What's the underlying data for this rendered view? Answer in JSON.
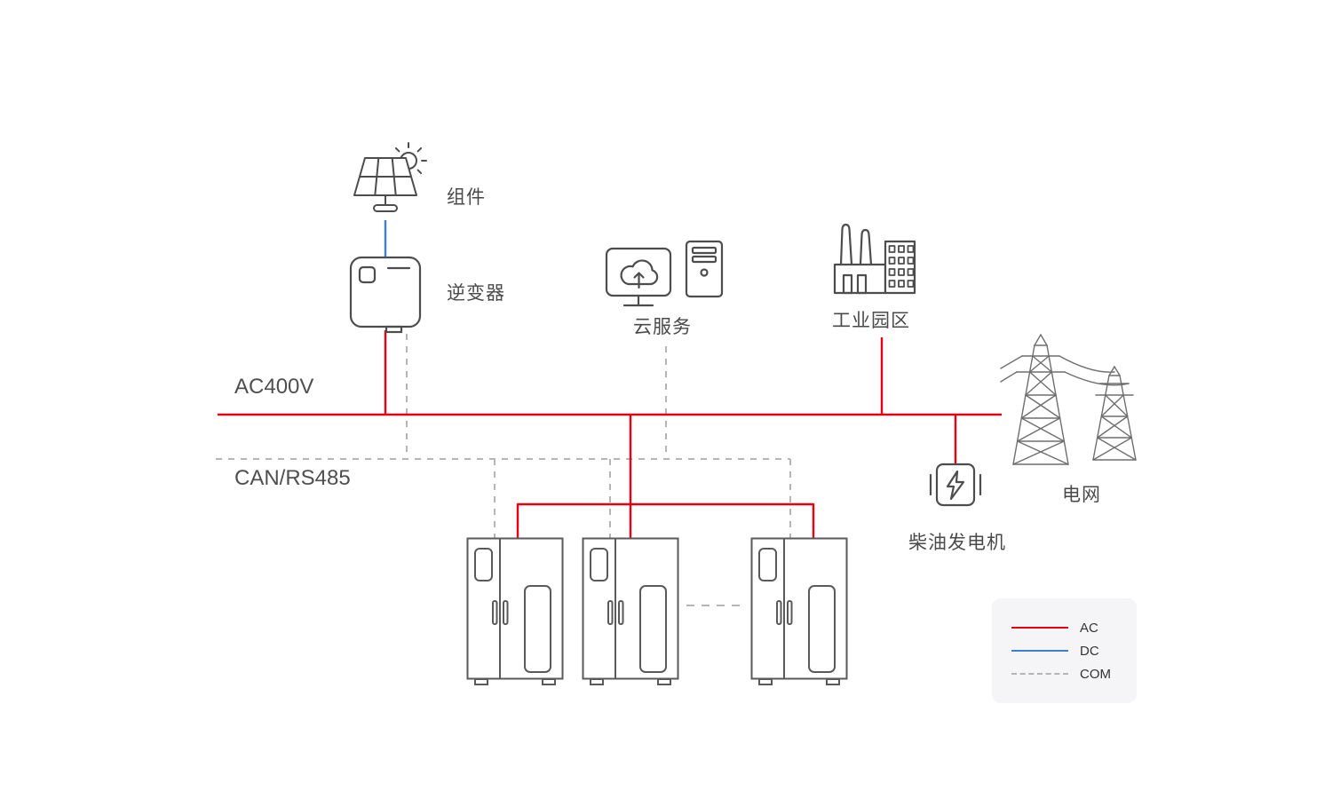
{
  "colors": {
    "ac": "#e60012",
    "dc": "#3d7eda",
    "com": "#b5b5b5",
    "icon_stroke": "#4d4d4d",
    "tower_stroke": "#6e6e6e",
    "text": "#4a4a4a",
    "legend_bg": "#f5f5f7"
  },
  "nodes": {
    "pv_module": {
      "label": "组件"
    },
    "inverter": {
      "label": "逆变器"
    },
    "cloud_service": {
      "label": "云服务"
    },
    "industrial_park": {
      "label": "工业园区"
    },
    "grid": {
      "label": "电网"
    },
    "diesel_generator": {
      "label": "柴油发电机"
    },
    "battery_cabinets": {
      "count": 3
    }
  },
  "buses": {
    "ac_bus": {
      "label": "AC400V"
    },
    "com_bus": {
      "label": "CAN/RS485"
    }
  },
  "legend": {
    "items": [
      {
        "id": "ac",
        "label": "AC"
      },
      {
        "id": "dc",
        "label": "DC"
      },
      {
        "id": "com",
        "label": "COM"
      }
    ]
  }
}
